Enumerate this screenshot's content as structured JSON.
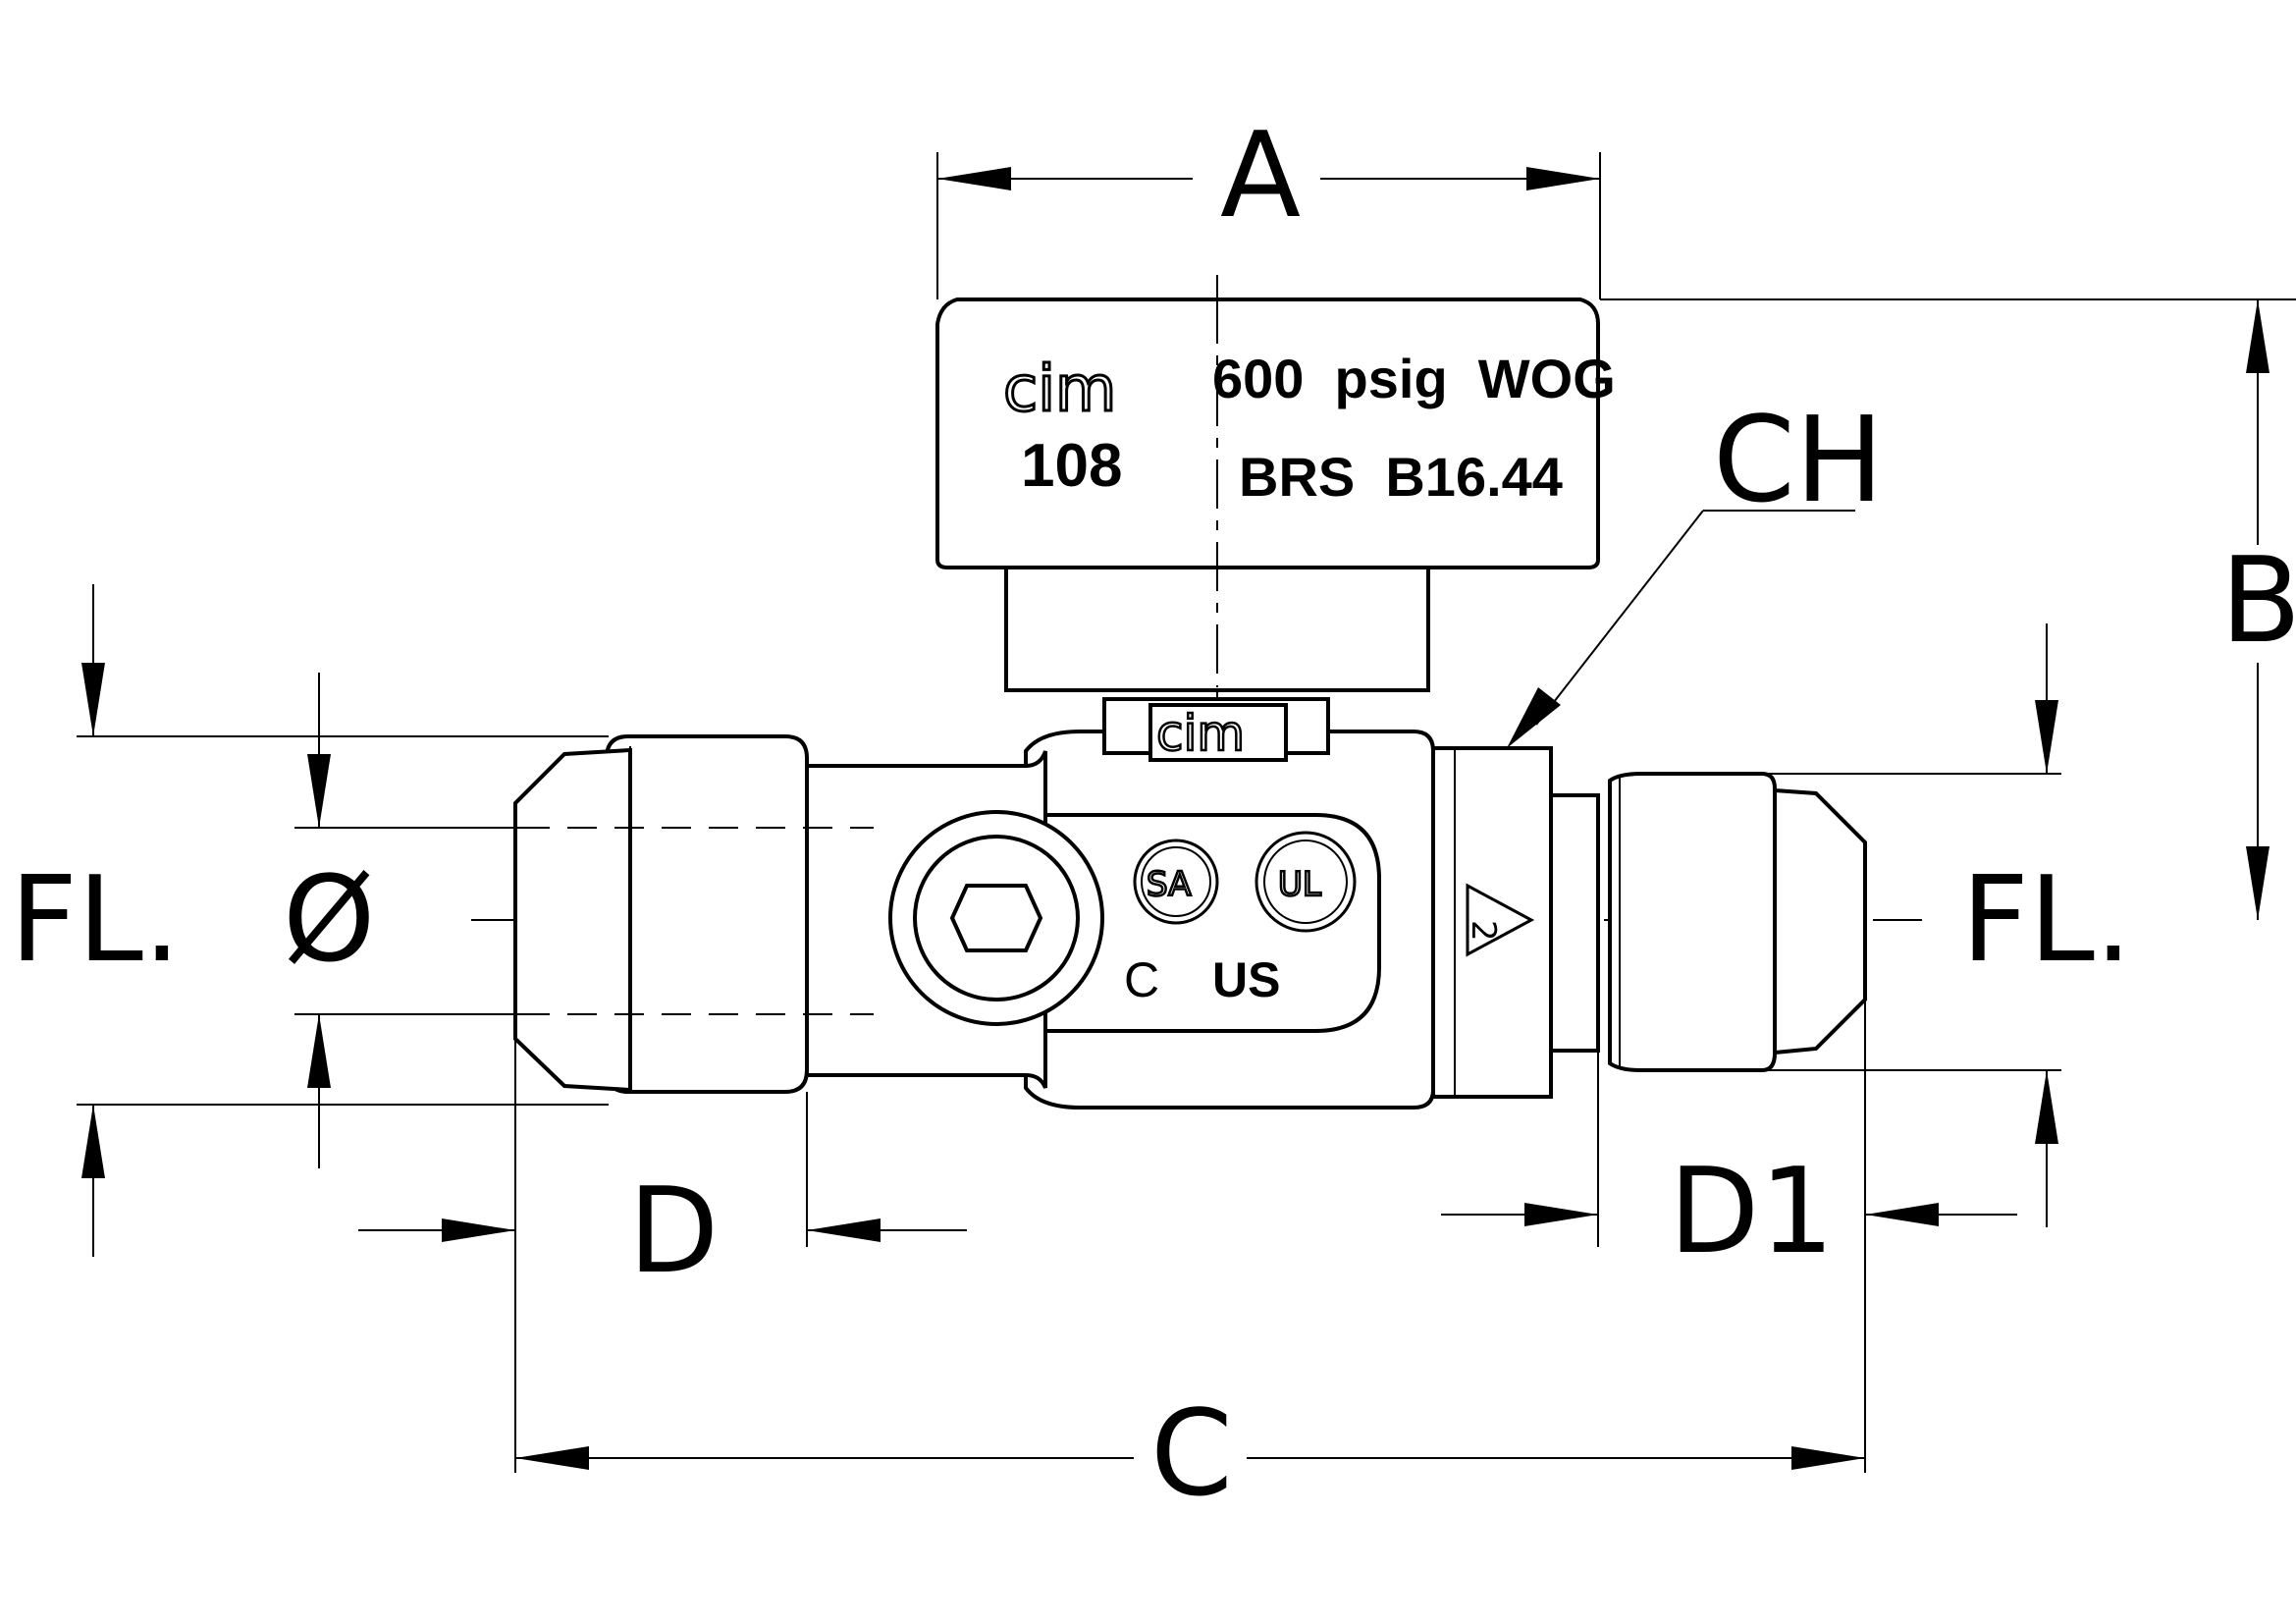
{
  "dimensions": {
    "a": "A",
    "b": "B",
    "c": "C",
    "ch": "CH",
    "d": "D",
    "d1": "D1",
    "fl_left": "FL.",
    "fl_right": "FL.",
    "diameter": "Ø"
  },
  "handle": {
    "brand": "cim",
    "model": "108",
    "pressure": "600  psig  WOG",
    "standard": "BRS  B16.44"
  },
  "body": {
    "stem_brand": "cim",
    "cert_c": "C",
    "cert_us": "US",
    "csa_mark": "SA",
    "ul_mark": "UL",
    "flow_mark": "2"
  }
}
